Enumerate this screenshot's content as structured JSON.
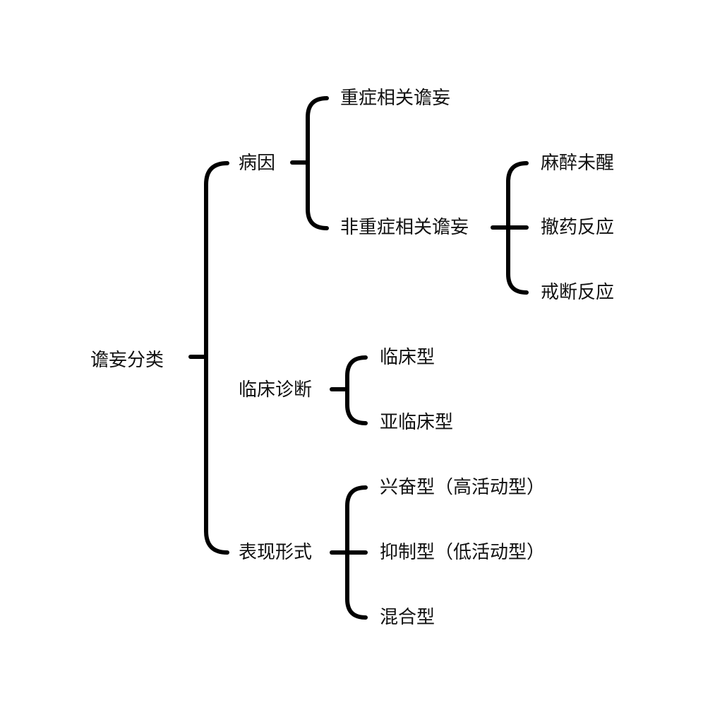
{
  "diagram": {
    "root": "谵妄分类",
    "etiology": {
      "label": "病因",
      "severe": "重症相关谵妄",
      "nonsevere": "非重症相关谵妄",
      "nonsevere_children": {
        "anesthesia": "麻醉未醒",
        "drug_withdrawal": "撤药反应",
        "abstinence": "戒断反应"
      }
    },
    "diagnosis": {
      "label": "临床诊断",
      "clinical": "临床型",
      "subclinical": "亚临床型"
    },
    "presentation": {
      "label": "表现形式",
      "hyperactive": "兴奋型（高活动型）",
      "hypoactive": "抑制型（低活动型）",
      "mixed": "混合型"
    }
  }
}
